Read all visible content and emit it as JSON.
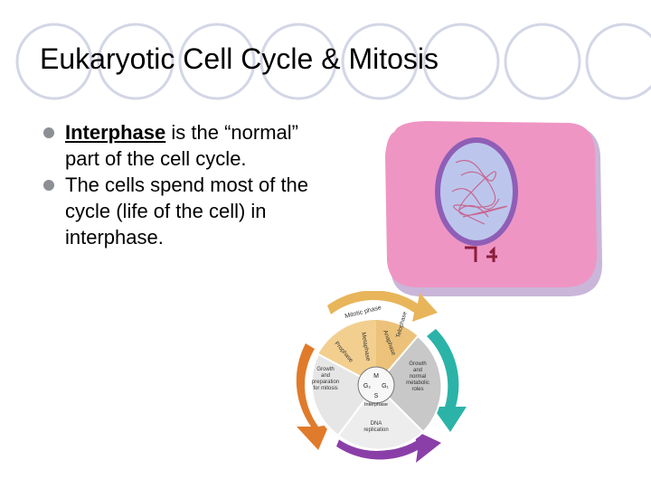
{
  "slide": {
    "title": "Eukaryotic Cell Cycle & Mitosis",
    "bullets": [
      {
        "term": "Interphase",
        "text": " is the “normal” part of the cell cycle."
      },
      {
        "term": "",
        "text": "The cells spend most of the cycle (life of the cell) in interphase."
      }
    ]
  },
  "cycle_diagram": {
    "mitotic_phase": "Mitotic phase",
    "phases": [
      "Prophase",
      "Metaphase",
      "Anaphase",
      "Telophase"
    ],
    "sectors": [
      {
        "label": "Growth and preparation for mitosis"
      },
      {
        "label": "Growth and normal metabolic roles"
      },
      {
        "label": "DNA replication"
      }
    ],
    "center": {
      "m": "M",
      "g2": "G₂",
      "g1": "G₁",
      "s": "S",
      "interphase": "Interphase"
    }
  },
  "colors": {
    "bullet": "#8c8f94",
    "theme_circle": "#cfd3e4",
    "cell_cytoplasm": "#ec8fc1",
    "nucleus": "#bcc6ec",
    "arrow_teal": "#2bb3a8",
    "arrow_orange": "#e07b2b",
    "arrow_purple": "#8a3fa8",
    "arrow_yellow": "#e8b55a"
  }
}
